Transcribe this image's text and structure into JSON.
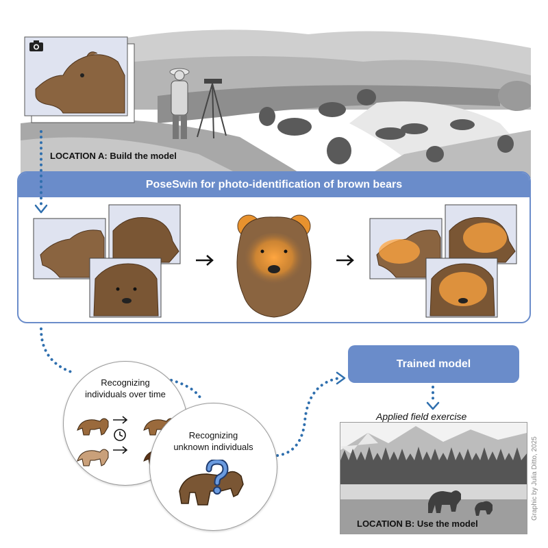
{
  "location_a": {
    "label": "LOCATION A: Build the model"
  },
  "poseswin": {
    "title": "PoseSwin for photo-identification of brown bears"
  },
  "trained_model": {
    "label": "Trained model"
  },
  "circle_over_time": {
    "text_line1": "Recognizing",
    "text_line2": "individuals over time"
  },
  "circle_unknown": {
    "text_line1": "Recognizing",
    "text_line2": "unknown individuals"
  },
  "field_exercise": {
    "caption": "Applied field exercise"
  },
  "location_b": {
    "label": "LOCATION B: Use the model"
  },
  "credit": {
    "text": "Graphic by Julia Ditto, 2025"
  },
  "icons": [
    "camera-icon",
    "arrow-right-icon",
    "clock-icon",
    "question-mark-icon"
  ],
  "colors": {
    "accent": "#6a8cca",
    "panel_border": "#6a8cca",
    "dots": "#2f6fae",
    "heat": "#e8922e",
    "bear_fur": "#7a5634"
  }
}
